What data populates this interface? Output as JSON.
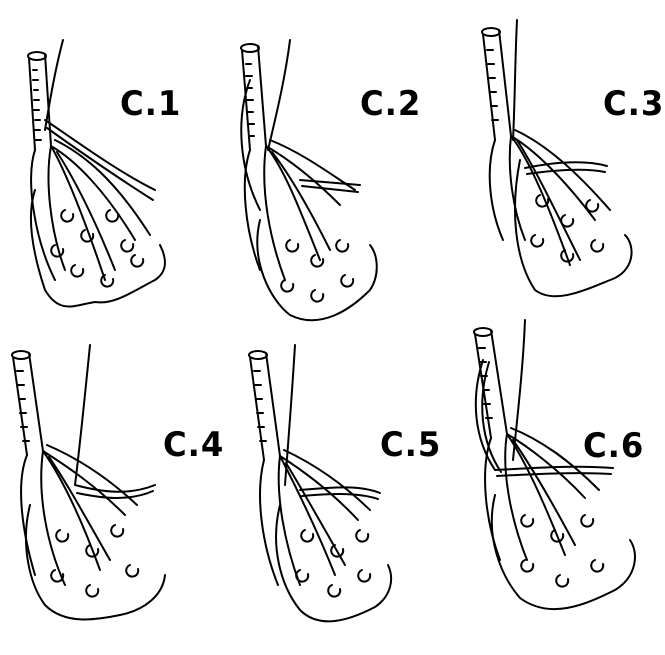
{
  "figure": {
    "panels": [
      {
        "id": "c1",
        "label": "C.1"
      },
      {
        "id": "c2",
        "label": "C.2"
      },
      {
        "id": "c3",
        "label": "C.3"
      },
      {
        "id": "c4",
        "label": "C.4"
      },
      {
        "id": "c5",
        "label": "C.5"
      },
      {
        "id": "c6",
        "label": "C.6"
      }
    ]
  }
}
